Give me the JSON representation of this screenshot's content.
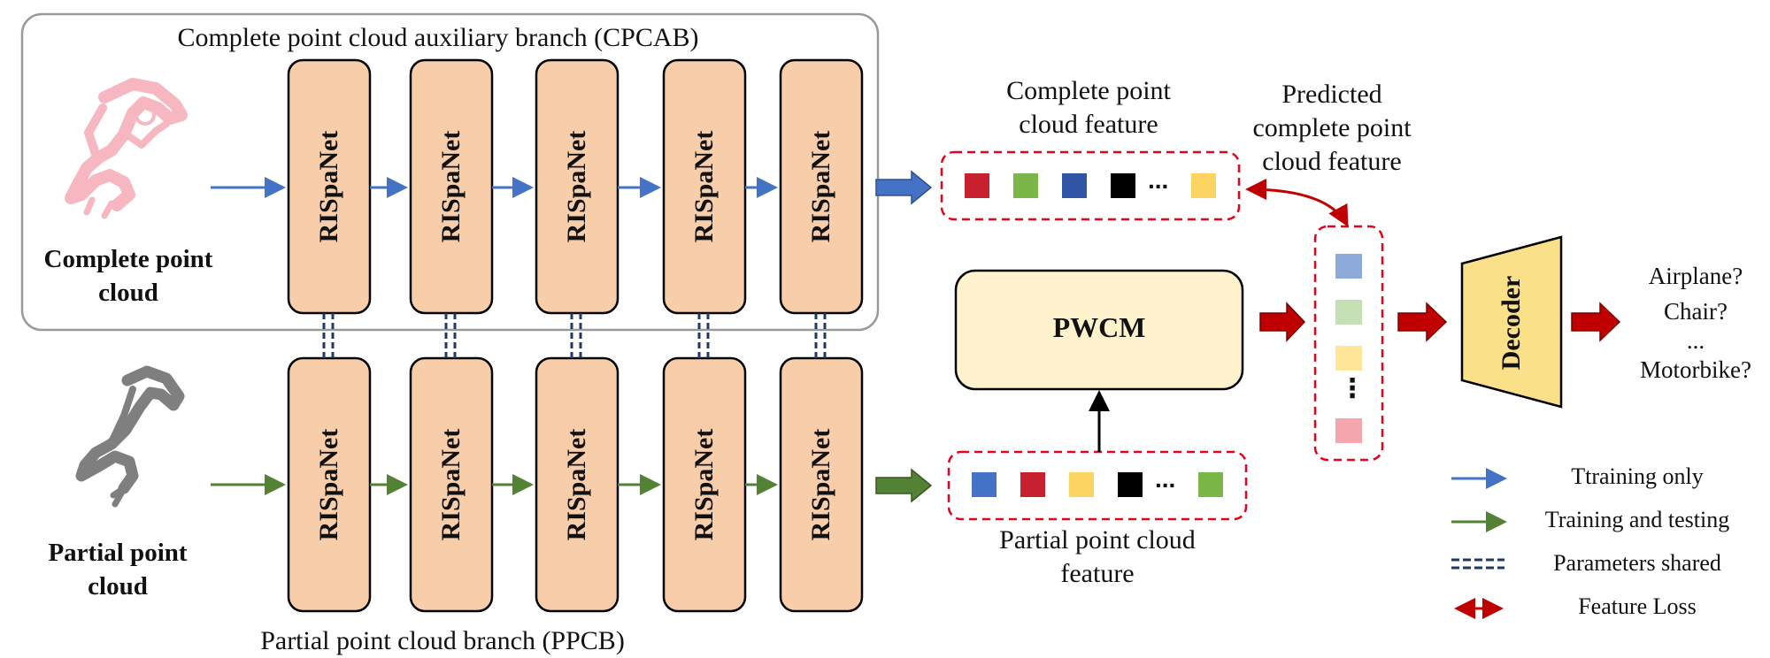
{
  "cpcab_title": "Complete point cloud auxiliary branch (CPCAB)",
  "ppcb_title": "Partial point cloud branch (PPCB)",
  "block_label": "RISpaNet",
  "complete_cloud_label": [
    "Complete point",
    "cloud"
  ],
  "partial_cloud_label": [
    "Partial point",
    "cloud"
  ],
  "complete_feature_label": [
    "Complete point",
    "cloud feature"
  ],
  "predicted_feature_label": [
    "Predicted",
    "complete point",
    "cloud feature"
  ],
  "partial_feature_label": [
    "Partial point cloud",
    "feature"
  ],
  "pwcm_label": "PWCM",
  "decoder_label": "Decoder",
  "outputs": [
    "Airplane?",
    "Chair?",
    "...",
    "Motorbike?"
  ],
  "ellipsis": "...",
  "vertical_ellipsis": "⋮",
  "colors": {
    "block_fill": "#f8ceaa",
    "pwcm_fill": "#fff2cc",
    "decoder_fill": "#fbe08a",
    "dashed_red": "#e8001c",
    "blue_arrow": "#4472c4",
    "green_arrow": "#548235",
    "dark_red_arrow": "#c00000",
    "shared_line": "#203864"
  },
  "complete_feature_squares": [
    "#c8202e",
    "#7ab648",
    "#2f55a4",
    "#000000",
    "#fcd462"
  ],
  "partial_feature_squares": [
    "#4472c4",
    "#c8202e",
    "#fcd462",
    "#000000",
    "#7ab648"
  ],
  "predicted_feature_squares": [
    "#8eaadb",
    "#c5e0b4",
    "#ffe699",
    "#f4a6ae"
  ],
  "legend": [
    {
      "icon": "blue-arrow-icon",
      "label": "Ttraining only"
    },
    {
      "icon": "green-arrow-icon",
      "label": "Training and testing"
    },
    {
      "icon": "double-dash-icon",
      "label": "Parameters shared"
    },
    {
      "icon": "double-headed-arrow-icon",
      "label": "Feature Loss"
    }
  ]
}
